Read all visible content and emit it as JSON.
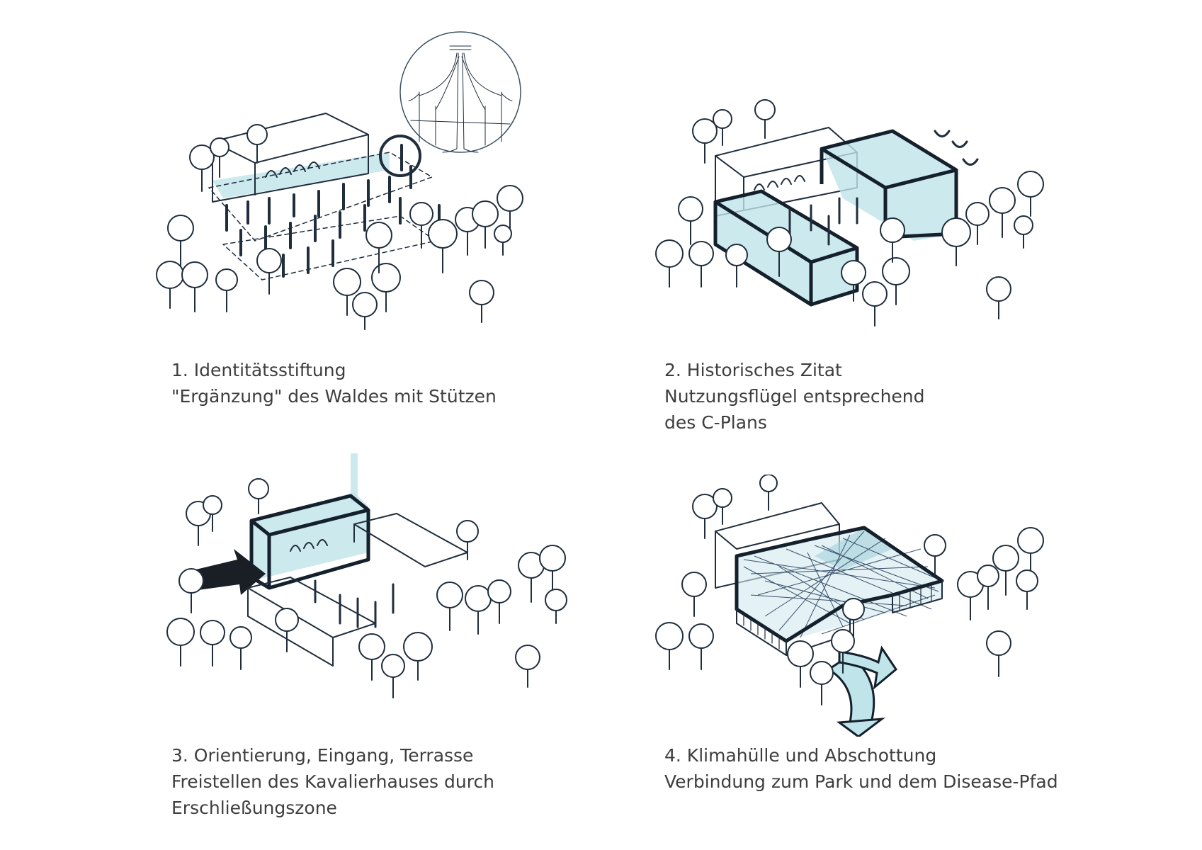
{
  "panels": [
    {
      "number": "1",
      "lines": [
        "1. Identitätsstiftung",
        "\"Ergänzung\" des Waldes mit Stützen"
      ]
    },
    {
      "number": "2",
      "lines": [
        "2. Historisches Zitat",
        "Nutzungsflügel entsprechend",
        "des C-Plans"
      ]
    },
    {
      "number": "3",
      "lines": [
        "3. Orientierung, Eingang, Terrasse",
        "Freistellen des Kavalierhauses durch",
        "Erschließungszone"
      ]
    },
    {
      "number": "4",
      "lines": [
        "4. Klimahülle und Abschottung",
        "Verbindung zum Park und dem Disease-Pfad"
      ]
    }
  ],
  "colors": {
    "ink": "#1f2d3c",
    "wash": "#bfe4ea",
    "text": "#3e3e3e",
    "background": "#ffffff"
  }
}
